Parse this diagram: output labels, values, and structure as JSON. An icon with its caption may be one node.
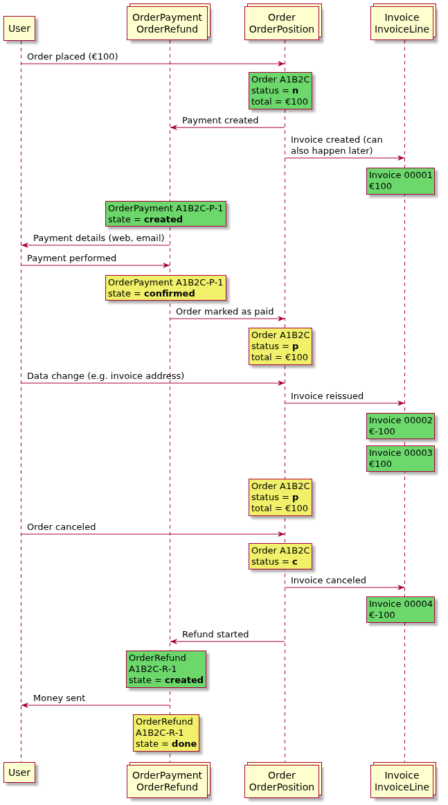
{
  "diagram": {
    "nodes": [
      {
        "text": [
          "User"
        ]
      },
      {
        "text": [
          "OrderPayment OrderRefund"
        ]
      },
      {
        "text": [
          "Order OrderPosition"
        ]
      },
      {
        "text": [
          "Invoice InvoiceLine"
        ]
      },
      {
        "text": [],
        "shape": "line"
      },
      {
        "text": [],
        "shape": "line"
      },
      {
        "text": [],
        "shape": "line"
      },
      {
        "text": [],
        "shape": "line"
      },
      {
        "text": [
          "Order A1B2C",
          "status = **n**",
          "total = €100"
        ]
      },
      {
        "text": [
          "Invoice 00001",
          "€100"
        ]
      },
      {
        "text": [
          "OrderPayment A1B2C-P-1",
          "state = **created**"
        ]
      },
      {
        "text": [
          "OrderPayment A1B2C-P-1",
          "state = **confirmed**"
        ]
      },
      {
        "text": [
          "Order A1B2C",
          "status = **p**",
          "total = €100"
        ]
      },
      {
        "text": [
          "Invoice 00002",
          "€-100"
        ]
      },
      {
        "text": [
          "Invoice 00003",
          "€100"
        ]
      },
      {
        "text": [
          "Order A1B2C",
          "status = **p**",
          "total = €100"
        ]
      },
      {
        "text": [
          "Order A1B2C",
          "status = **c**"
        ]
      },
      {
        "text": [
          "Invoice 00004",
          "€-100"
        ]
      },
      {
        "text": [
          "OrderRefund",
          "A1B2C-R-1",
          "state = **created**"
        ]
      },
      {
        "text": [
          "OrderRefund",
          "A1B2C-R-1",
          "state = **done**"
        ]
      },
      {
        "text": [
          "User"
        ]
      },
      {
        "text": [
          "OrderPayment OrderRefund"
        ]
      },
      {
        "text": [
          "Order OrderPosition"
        ]
      },
      {
        "text": [
          "Invoice InvoiceLine"
        ]
      }
    ],
    "edges": [
      {
        "from": 4,
        "to": 6,
        "arrow": "to",
        "label": "Order placed (€100)"
      },
      {
        "from": 6,
        "to": 5,
        "arrow": "to",
        "label": "Payment created"
      },
      {
        "from": 6,
        "to": 7,
        "arrow": "to",
        "label": "Invoice created (can also happen later)"
      },
      {
        "from": 5,
        "to": 4,
        "arrow": "to",
        "label": "Payment details (web, email)"
      },
      {
        "from": 4,
        "to": 5,
        "arrow": "to",
        "label": "Payment performed"
      },
      {
        "from": 5,
        "to": 6,
        "arrow": "to",
        "label": "Order marked as paid"
      },
      {
        "from": 4,
        "to": 6,
        "arrow": "to",
        "label": "Data change (e.g. invoice address)"
      },
      {
        "from": 6,
        "to": 7,
        "arrow": "to",
        "label": "Invoice reissued"
      },
      {
        "from": 4,
        "to": 6,
        "arrow": "to",
        "label": "Order canceled"
      },
      {
        "from": 6,
        "to": 7,
        "arrow": "to",
        "label": "Invoice canceled"
      },
      {
        "from": 6,
        "to": 5,
        "arrow": "to",
        "label": "Refund started"
      },
      {
        "from": 5,
        "to": 4,
        "arrow": "to",
        "label": "Money sent"
      }
    ]
  }
}
